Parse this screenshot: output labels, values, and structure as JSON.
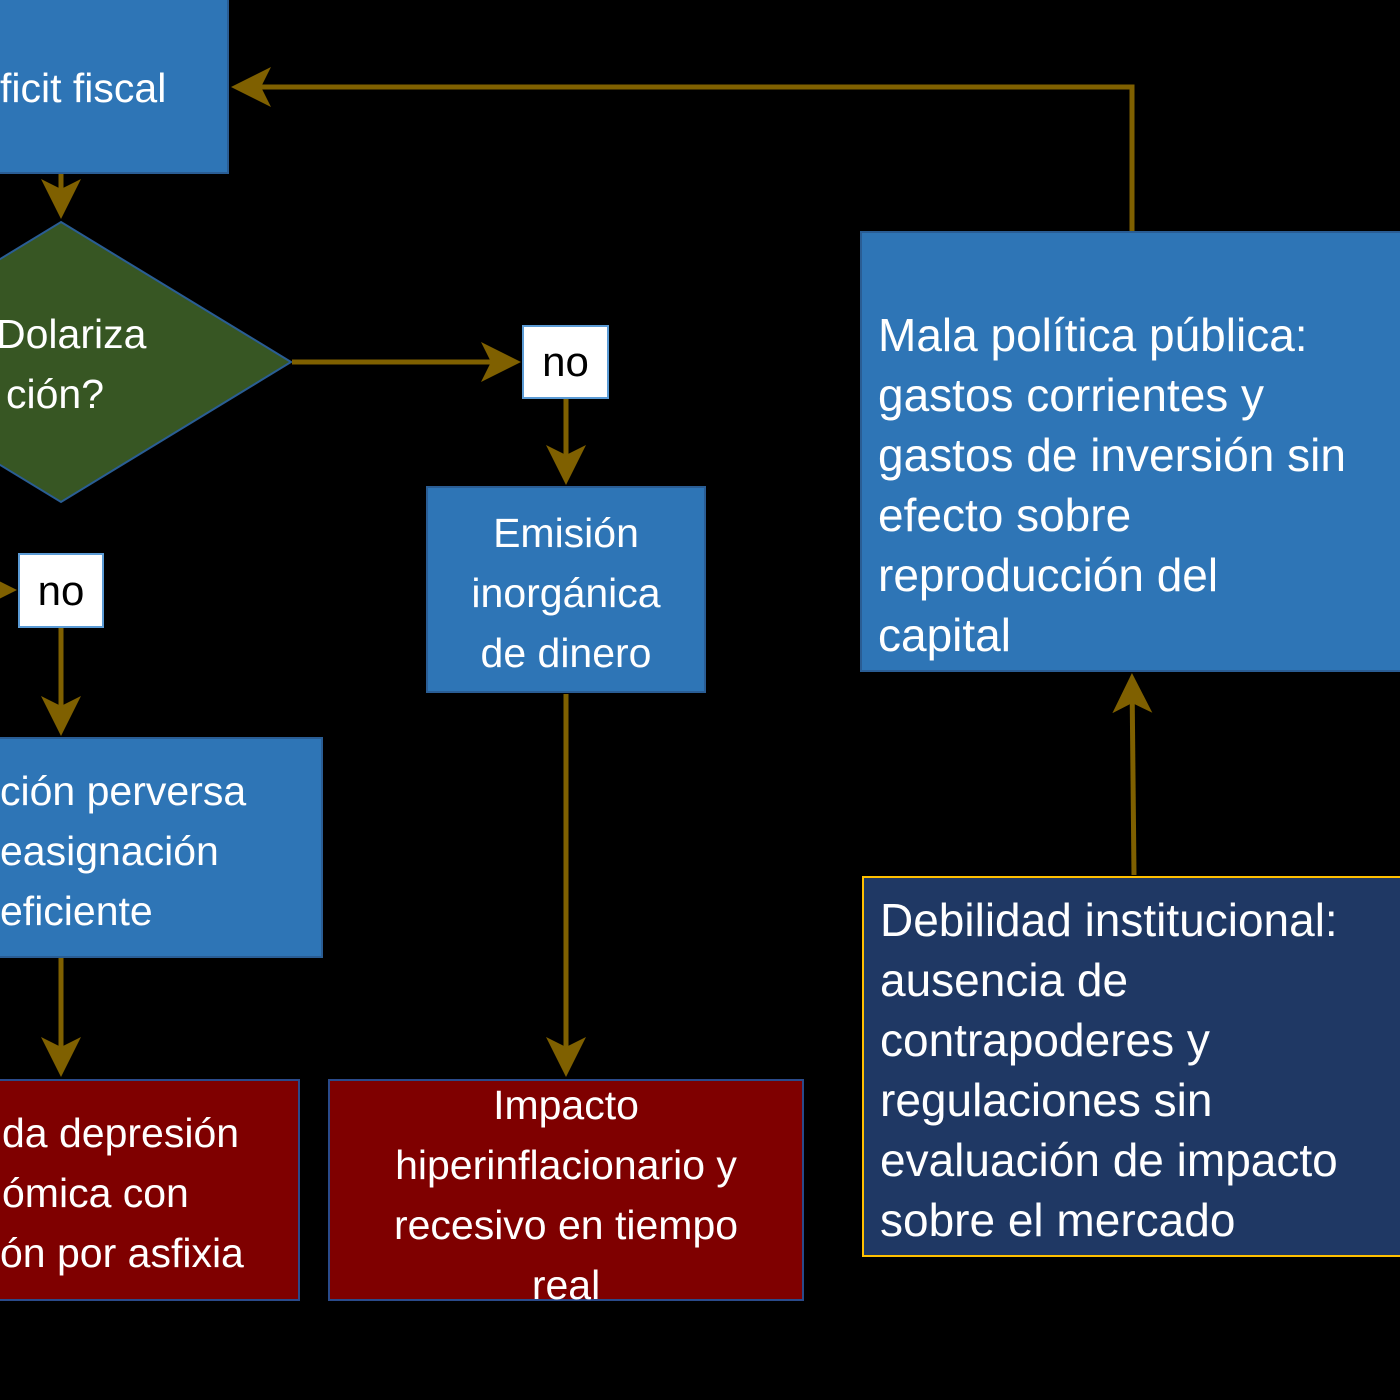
{
  "colors": {
    "arrow": "#7F6000",
    "blue_box": "#2E75B6",
    "decision": "#375623",
    "outcome": "#7F0000",
    "root_cause": "#1F3864",
    "root_border": "#FFC000"
  },
  "nodes": {
    "deficit": {
      "lines": [
        "ficit fiscal"
      ]
    },
    "decision": {
      "lines": [
        "Dolariza",
        "ción?"
      ]
    },
    "no_right": {
      "label": "no"
    },
    "no_left": {
      "label": "no"
    },
    "emision": {
      "lines": [
        "Emisión",
        "inorgánica",
        "de dinero"
      ]
    },
    "asignacion": {
      "lines": [
        "ción perversa",
        "easignación",
        "eficiente"
      ]
    },
    "depresion": {
      "lines": [
        "da depresión",
        "ómica con",
        "ón por asfixia"
      ]
    },
    "impacto": {
      "lines": [
        "Impacto",
        "hiperinflacionario y",
        "recesivo en tiempo",
        "real"
      ]
    },
    "mala_politica": {
      "lines": [
        "Mala política pública:",
        "gastos corrientes y",
        "gastos de inversión sin",
        "efecto sobre",
        "reproducción del",
        "capital"
      ]
    },
    "debilidad": {
      "lines": [
        "Debilidad institucional:",
        "ausencia de",
        "contrapoderes y",
        "regulaciones sin",
        "evaluación de impacto",
        "sobre el mercado"
      ]
    }
  }
}
